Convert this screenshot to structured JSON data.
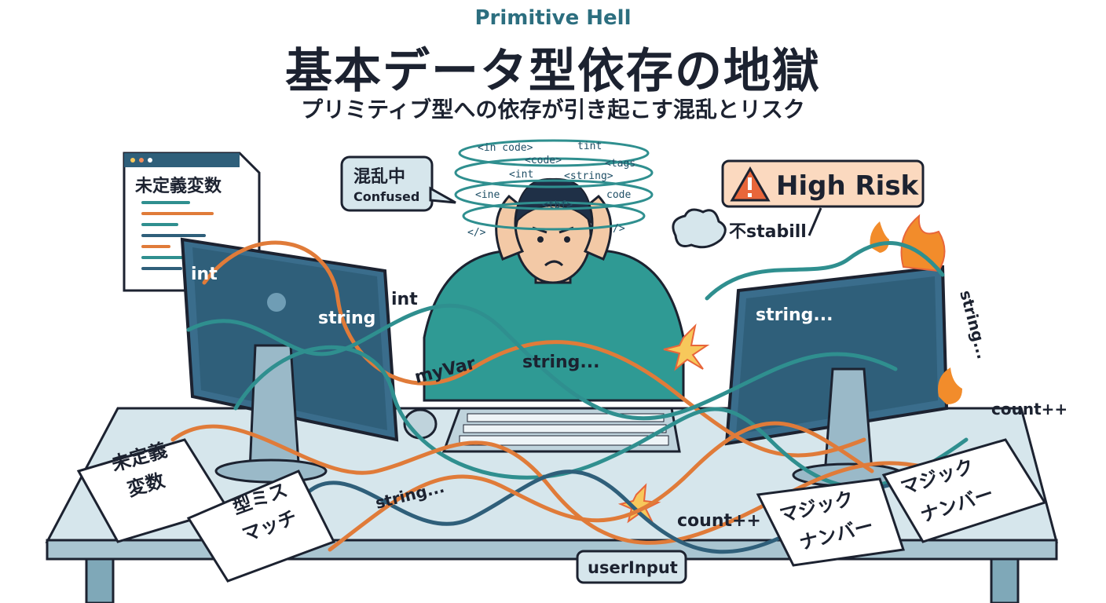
{
  "header": {
    "title_en": "Primitive Hell",
    "title_ja": "基本データ型依存の地獄",
    "subtitle": "プリミティブ型への依存が引き起こす混乱とリスク"
  },
  "bubbles": {
    "confused_ja": "混乱中",
    "confused_en": "Confused",
    "risk": "High Risk",
    "risk_icon": "warning-icon",
    "unstable": "不stabill"
  },
  "window_panel": {
    "title": "未定義変数"
  },
  "swirl_tags": [
    "<in code>",
    "tint",
    "<code>",
    "<tags",
    "<int",
    "<string>",
    "<ine",
    "code",
    "</>",
    "/>",
    "<tbf>"
  ],
  "floating_labels": {
    "int_left": "int",
    "string_left": "string",
    "int_mid": "int",
    "my_var": "myVar",
    "string_shirt": "string...",
    "string_right": "string...",
    "string_side": "string...",
    "count_right": "count++",
    "string_desk": "string...",
    "count_desk": "count++",
    "user_input": "userInput"
  },
  "papers": {
    "undefined_1": "未定義",
    "undefined_2": "変数",
    "type_mismatch_1": "型ミス",
    "type_mismatch_2": "マッチ",
    "magic_left_1": "マジック",
    "magic_left_2": "ナンバー",
    "magic_right_1": "マジック",
    "magic_right_2": "ナンバー"
  },
  "colors": {
    "teal": "#2f8f8f",
    "monitor": "#3a6d8c",
    "orange_cable": "#e07b39",
    "risk_bg": "#fbd9bf",
    "desk": "#d6e6ec"
  }
}
